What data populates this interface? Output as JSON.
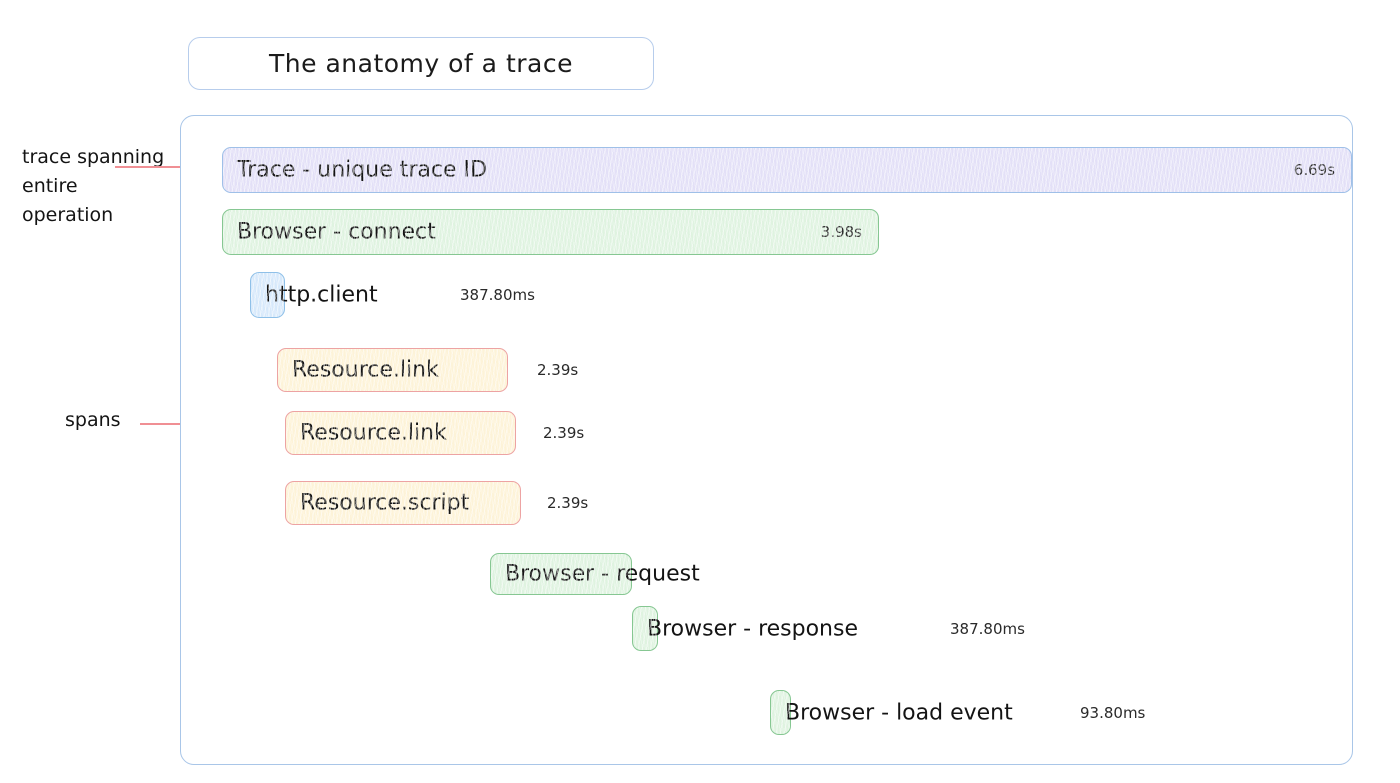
{
  "title": {
    "text": "The anatomy of a trace"
  },
  "annotations": {
    "trace_label": "trace spanning entire operation",
    "spans_label": "spans"
  },
  "colors": {
    "panel_border": "#a9c6e8",
    "title_border": "#b7cdec",
    "annotation_line": "#f0767e",
    "trace_fill": "#e3e0f7",
    "trace_border": "#9fc0e8",
    "browser_fill": "#dff3e0",
    "browser_border": "#86c792",
    "http_fill": "#d7e9fb",
    "http_border": "#8fc0e8",
    "resource_fill": "#fdf3d8",
    "resource_border": "#eda3a3"
  },
  "spans": [
    {
      "name": "Trace - unique trace ID",
      "duration": "6.69s",
      "duration_inside": true,
      "color": "purple"
    },
    {
      "name": "Browser - connect",
      "duration": "3.98s",
      "duration_inside": true,
      "color": "green"
    },
    {
      "name": "http.client",
      "duration": "387.80ms",
      "duration_inside": false,
      "color": "blue"
    },
    {
      "name": "Resource.link",
      "duration": "2.39s",
      "duration_inside": false,
      "color": "cream"
    },
    {
      "name": "Resource.link",
      "duration": "2.39s",
      "duration_inside": false,
      "color": "cream"
    },
    {
      "name": "Resource.script",
      "duration": "2.39s",
      "duration_inside": false,
      "color": "cream"
    },
    {
      "name": "Browser - request",
      "duration": "",
      "duration_inside": false,
      "color": "green"
    },
    {
      "name": "Browser - response",
      "duration": "387.80ms",
      "duration_inside": false,
      "color": "green"
    },
    {
      "name": "Browser - load event",
      "duration": "93.80ms",
      "duration_inside": false,
      "color": "green"
    }
  ]
}
